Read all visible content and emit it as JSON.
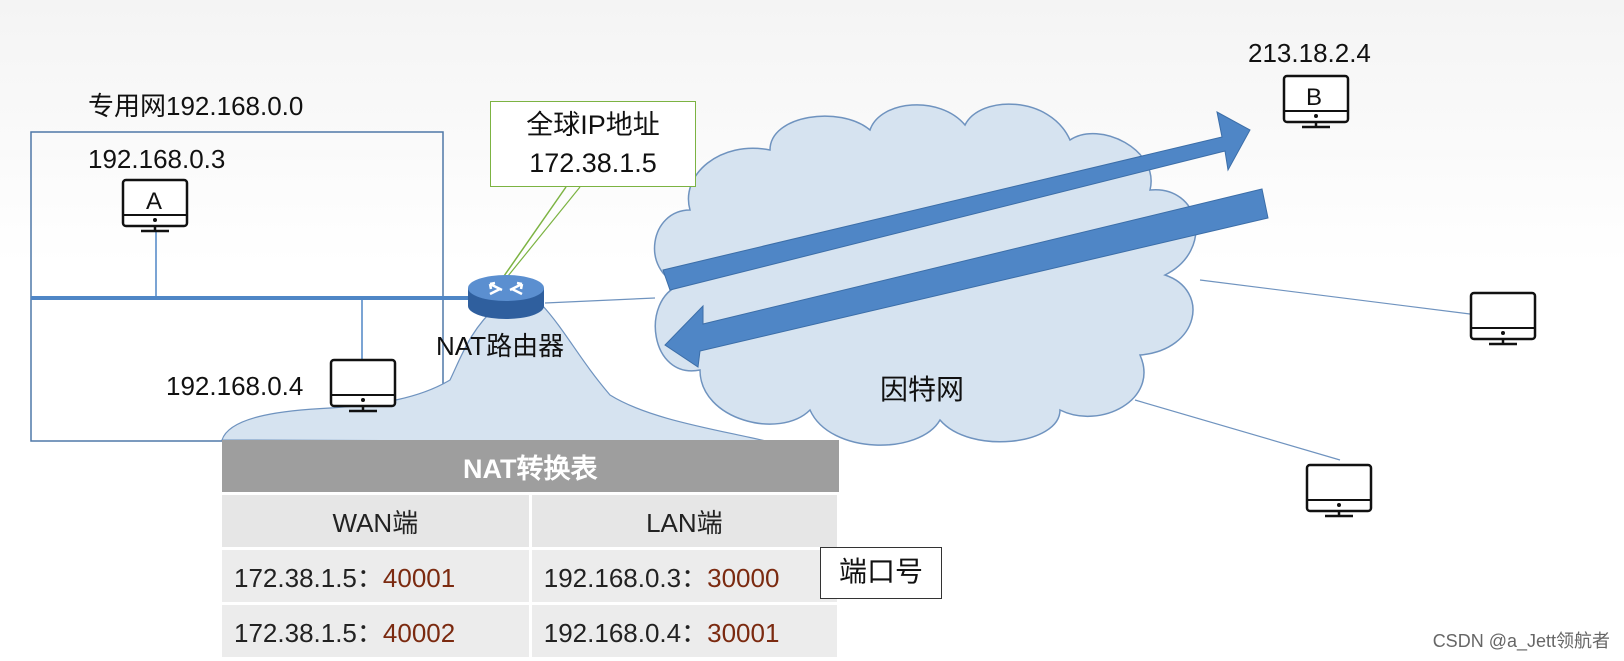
{
  "private_net": {
    "label": "专用网192.168.0.0"
  },
  "host_a": {
    "ip": "192.168.0.3",
    "letter": "A"
  },
  "host_a4": {
    "ip": "192.168.0.4"
  },
  "router": {
    "label": "NAT路由器"
  },
  "global_ip_callout": {
    "line1": "全球IP地址",
    "line2": "172.38.1.5"
  },
  "host_b": {
    "ip": "213.18.2.4",
    "letter": "B"
  },
  "internet": {
    "label": "因特网"
  },
  "nat_table": {
    "title": "NAT转换表",
    "headers": [
      "WAN端",
      "LAN端"
    ],
    "rows": [
      {
        "wan_ip": "172.38.1.5：",
        "wan_port": "40001",
        "lan_ip": "192.168.0.3：",
        "lan_port": "30000"
      },
      {
        "wan_ip": "172.38.1.5：",
        "wan_port": "40002",
        "lan_ip": "192.168.0.4：",
        "lan_port": "30001"
      }
    ]
  },
  "port_label": "端口号",
  "watermark": "CSDN @a_Jett领航者",
  "colors": {
    "cloud": "#d6e3f0",
    "arrow": "#4f86c6",
    "router": "#4a7fc1",
    "callout_border": "#7cb342",
    "port_text": "#7b2a10"
  }
}
